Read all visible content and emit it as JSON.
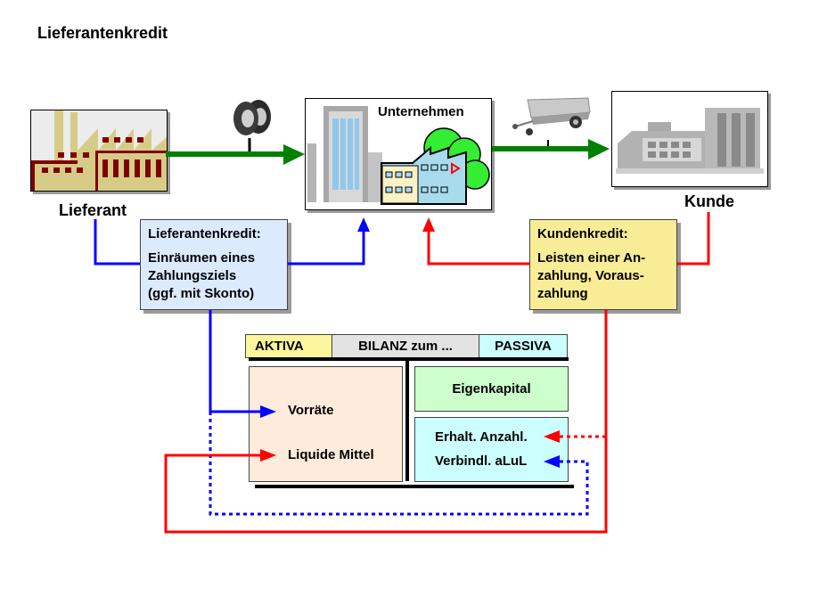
{
  "title": "Lieferantenkredit",
  "nodes": {
    "supplier": {
      "label": "Lieferant",
      "icon": "factory-icon"
    },
    "company": {
      "label": "Unternehmen",
      "icon": "company-building-icon"
    },
    "customer": {
      "label": "Kunde",
      "icon": "customer-building-icon"
    }
  },
  "goods": {
    "supplier_to_company": {
      "icon": "tires-icon"
    },
    "company_to_customer": {
      "icon": "trailer-icon"
    }
  },
  "notes": {
    "supplier_credit": {
      "heading": "Lieferantenkredit:",
      "lines": [
        "Einräumen eines",
        "Zahlungsziels",
        "(ggf. mit Skonto)"
      ]
    },
    "customer_credit": {
      "heading": "Kundenkredit:",
      "lines": [
        "Leisten einer An-",
        "zahlung, Voraus-",
        "zahlung"
      ]
    }
  },
  "balance_sheet": {
    "header_left": "AKTIVA",
    "header_center": "BILANZ zum ...",
    "header_right": "PASSIVA",
    "assets": [
      "Vorräte",
      "Liquide Mittel"
    ],
    "equity": "Eigenkapital",
    "liabilities": [
      "Erhalt. Anzahl.",
      "Verbindl. aLuL"
    ]
  },
  "colors": {
    "goods_flow": "#008000",
    "supplier_credit": "#0000ff",
    "customer_credit": "#ff0000",
    "supplier_note_bg": "#dbeafd",
    "customer_note_bg": "#f8ec96",
    "aktiva_bg": "#fbf59b",
    "bilanz_bg": "#e3e3e3",
    "passiva_bg": "#ccffff",
    "assets_bg": "#fdebdb",
    "equity_bg": "#ccffcc",
    "liabilities_bg": "#ccffff"
  }
}
